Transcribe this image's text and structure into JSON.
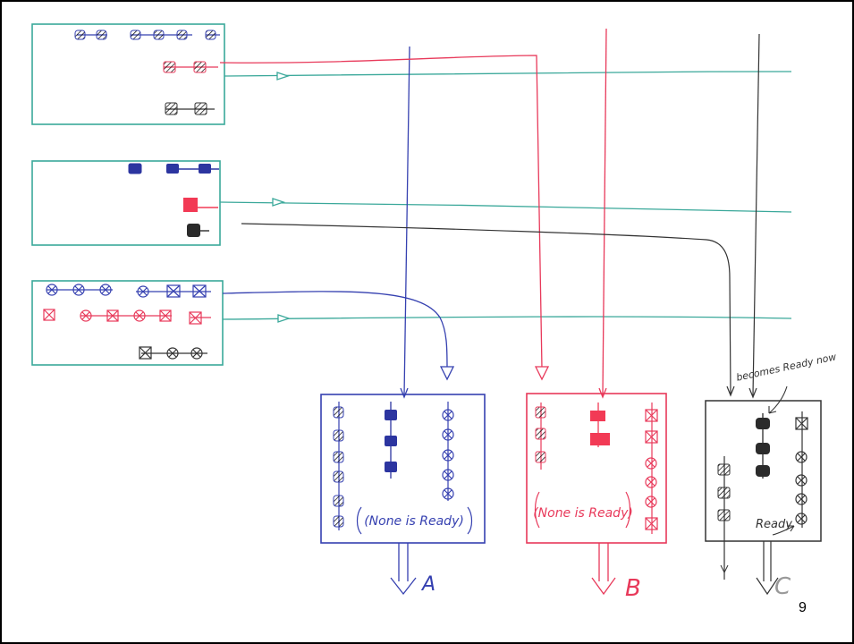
{
  "colors": {
    "teal": "#3aa89a",
    "blue": "#3540b0",
    "red": "#e8395a",
    "black": "#333333",
    "paper": "#ffffff"
  },
  "queues": [
    {
      "label": "A",
      "note": "(None is Ready)",
      "color": "blue"
    },
    {
      "label": "B",
      "note": "(None is Ready)",
      "color": "red"
    },
    {
      "label": "C",
      "note": "becomes Ready now",
      "ready_label": "Ready",
      "color": "black"
    }
  ],
  "slide_number": "9"
}
